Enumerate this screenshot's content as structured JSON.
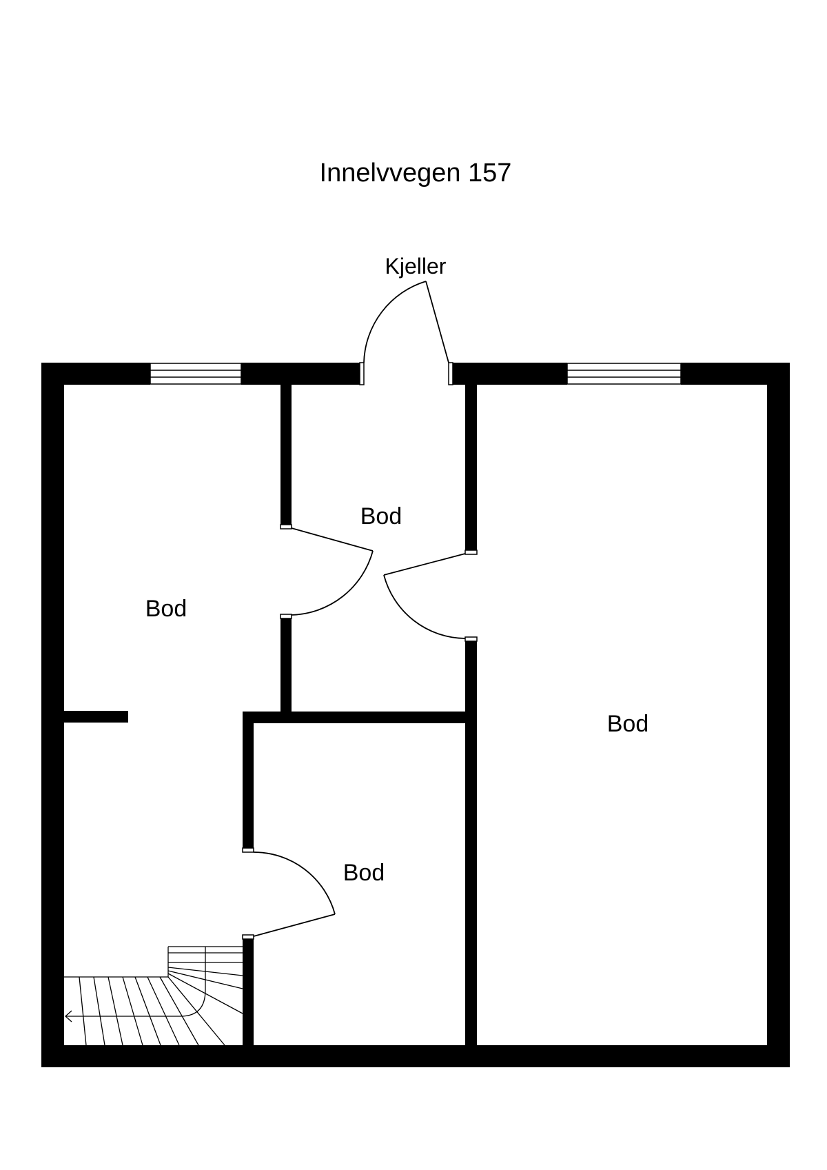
{
  "plan": {
    "title": "Innelvvegen 157",
    "level_label": "Kjeller",
    "rooms": [
      {
        "id": "bod-left",
        "label": "Bod"
      },
      {
        "id": "bod-center-top",
        "label": "Bod"
      },
      {
        "id": "bod-center-bottom",
        "label": "Bod"
      },
      {
        "id": "bod-right",
        "label": "Bod"
      }
    ],
    "colors": {
      "wall": "#000000",
      "background": "#ffffff"
    }
  }
}
